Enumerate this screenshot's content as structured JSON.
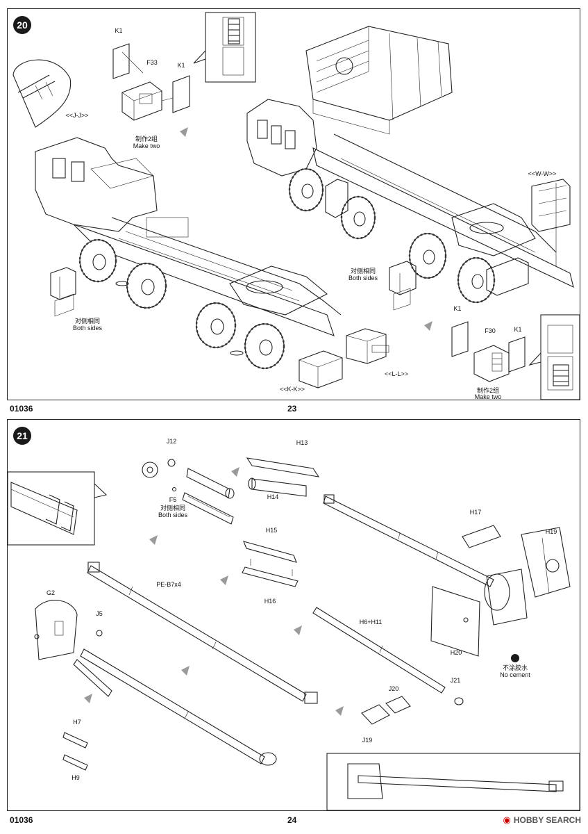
{
  "step20": {
    "number": "20",
    "page_code": "01036",
    "page_number": "23",
    "labels": {
      "k1_a": "K1",
      "f33": "F33",
      "k1_b": "K1",
      "make_two_cn": "制作2组",
      "make_two_en": "Make two",
      "jj": "<<J-J>>",
      "both_cn_left": "对侧相同",
      "both_en_left": "Both sides",
      "both_cn_mid": "对侧相同",
      "both_en_mid": "Both sides",
      "ww": "<<W-W>>",
      "k1_c": "K1",
      "f30": "F30",
      "k1_d": "K1",
      "make_two_cn_b": "制作2组",
      "make_two_en_b": "Make two",
      "kk": "<<K-K>>",
      "ll": "<<L-L>>"
    }
  },
  "step21": {
    "number": "21",
    "page_code": "01036",
    "page_number": "24",
    "labels": {
      "j12": "J12",
      "f5": "F5",
      "both_cn": "对侧相同",
      "both_en": "Both sides",
      "h13": "H13",
      "h14": "H14",
      "h15": "H15",
      "h16": "H16",
      "h17": "H17",
      "h19": "H19",
      "h20": "H20",
      "pe": "PE-B7x4",
      "g2": "G2",
      "j5": "J5",
      "h6h11": "H6+H11",
      "j20": "J20",
      "j19": "J19",
      "j21": "J21",
      "h7": "H7",
      "h9": "H9",
      "no_cement_cn": "不涂胶水",
      "no_cement_en": "No cement"
    }
  },
  "watermark": {
    "text": "HOBBY SEARCH",
    "icon": "hobby-search-logo-icon"
  }
}
